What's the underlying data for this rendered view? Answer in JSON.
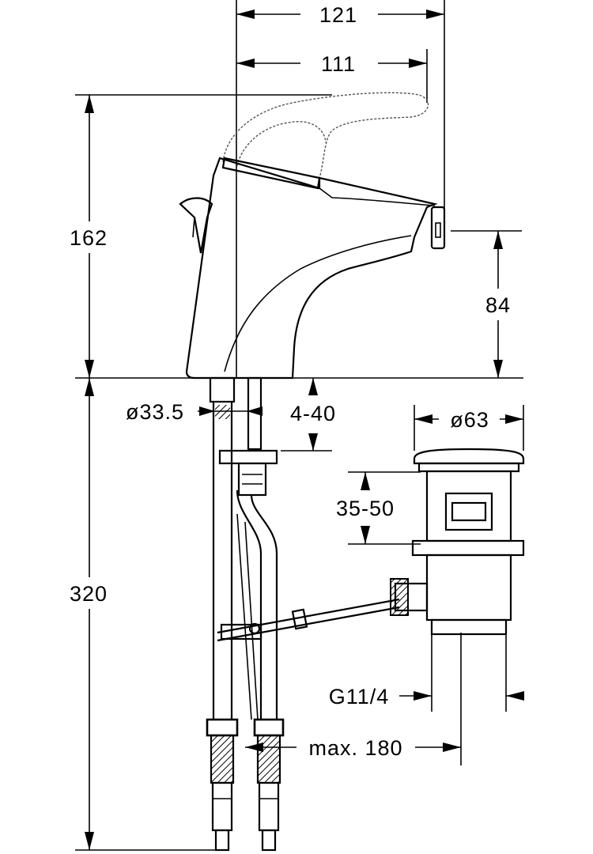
{
  "dimensions": {
    "width_total": "121",
    "width_spout": "111",
    "height_body": "162",
    "height_outlet": "84",
    "diameter_base": "ø33.5",
    "deck_thickness": "4-40",
    "waste_diameter": "ø63",
    "waste_stroke": "35-50",
    "waste_thread": "G11/4",
    "hose_length": "320",
    "max_distance": "max. 180"
  }
}
